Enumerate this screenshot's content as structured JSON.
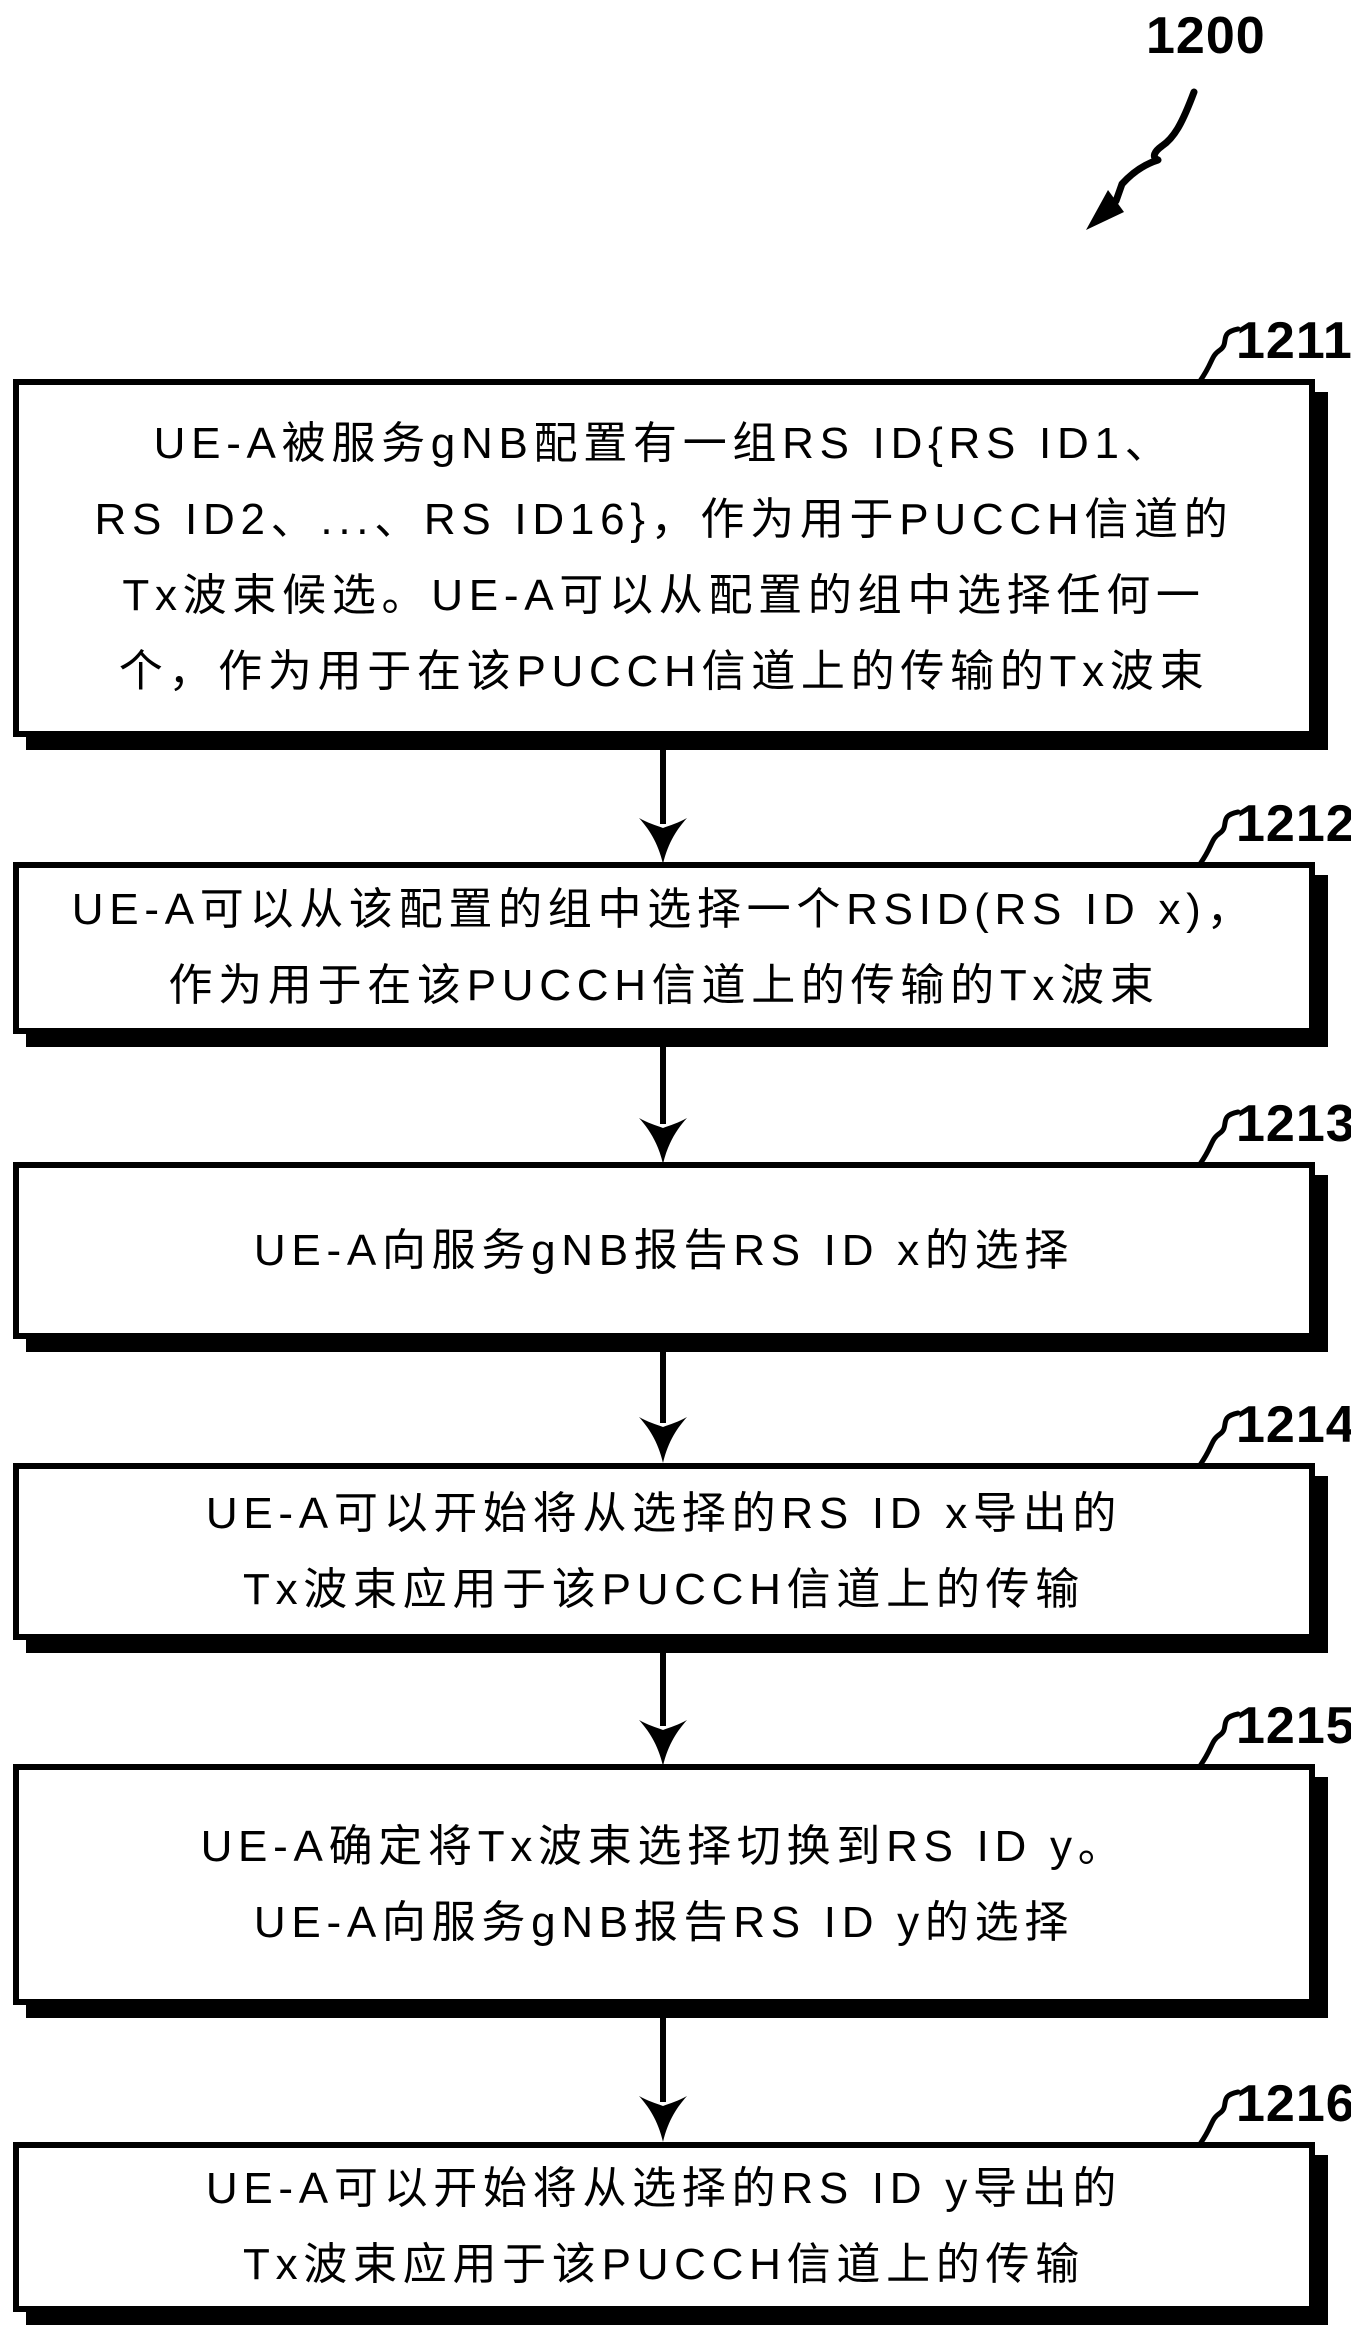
{
  "figure_label": "1200",
  "colors": {
    "ink": "#000000",
    "paper": "#ffffff"
  },
  "steps": [
    {
      "ref": "1211",
      "lines": [
        "UE-A被服务gNB配置有一组RS ID{RS ID1、",
        "RS ID2、...、RS ID16}，作为用于PUCCH信道的",
        "Tx波束候选。UE-A可以从配置的组中选择任何一",
        "个，作为用于在该PUCCH信道上的传输的Tx波束"
      ]
    },
    {
      "ref": "1212",
      "lines": [
        "UE-A可以从该配置的组中选择一个RSID(RS ID x)，",
        "作为用于在该PUCCH信道上的传输的Tx波束"
      ]
    },
    {
      "ref": "1213",
      "lines": [
        "UE-A向服务gNB报告RS ID x的选择"
      ]
    },
    {
      "ref": "1214",
      "lines": [
        "UE-A可以开始将从选择的RS ID x导出的",
        "Tx波束应用于该PUCCH信道上的传输"
      ]
    },
    {
      "ref": "1215",
      "lines": [
        "UE-A确定将Tx波束选择切换到RS ID y。",
        "UE-A向服务gNB报告RS ID y的选择"
      ]
    },
    {
      "ref": "1216",
      "lines": [
        "UE-A可以开始将从选择的RS ID y导出的",
        "Tx波束应用于该PUCCH信道上的传输"
      ]
    }
  ]
}
